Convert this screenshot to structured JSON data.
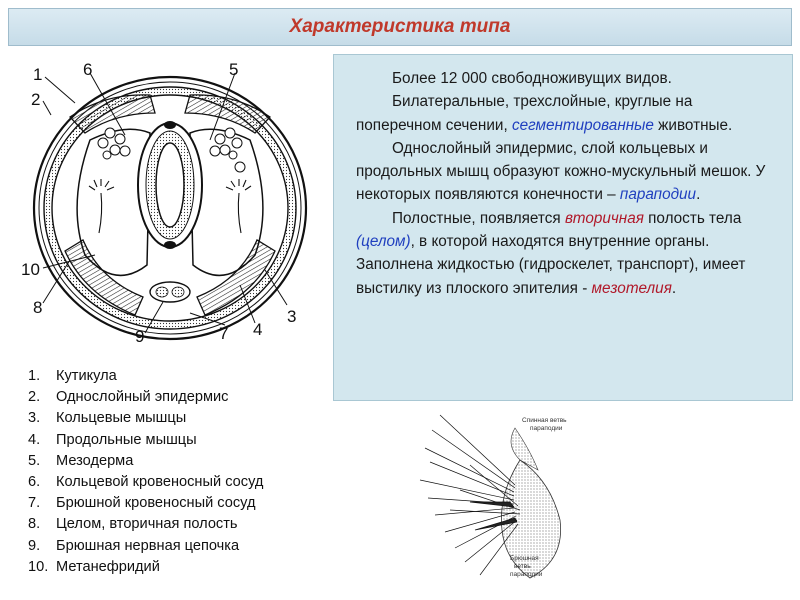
{
  "slide": {
    "title": "Характеристика типа"
  },
  "diagram": {
    "labels": [
      "1",
      "2",
      "3",
      "4",
      "5",
      "6",
      "7",
      "8",
      "9",
      "10"
    ]
  },
  "info": {
    "p1": "Более 12 000 свободноживущих видов.",
    "p2_a": "Билатеральные, трехслойные, круглые на поперечном сечении, ",
    "p2_hl": "сегментированные",
    "p2_b": " животные.",
    "p3_a": "Однослойный эпидермис, слой кольцевых и продольных мышц образуют кожно-мускульный мешок. У некоторых появляются конечности – ",
    "p3_hl": "параподии",
    "p3_b": ".",
    "p4_a": "Полостные, появляется ",
    "p4_hl1": "вторичная",
    "p4_b": " полость тела ",
    "p4_hl2": "(целом)",
    "p4_c": ", в которой находятся внутренние органы. Заполнена жидкостью (гидроскелет, транспорт), имеет выстилку из плоского эпителия - ",
    "p4_hl3": "мезотелия",
    "p4_d": "."
  },
  "legend": {
    "items": [
      {
        "num": "1.",
        "text": "Кутикула"
      },
      {
        "num": "2.",
        "text": "Однослойный эпидермис"
      },
      {
        "num": "3.",
        "text": "Кольцевые мышцы"
      },
      {
        "num": "4.",
        "text": "Продольные мышцы"
      },
      {
        "num": "5.",
        "text": "Мезодерма"
      },
      {
        "num": "6.",
        "text": "Кольцевой кровеносный сосуд"
      },
      {
        "num": "7.",
        "text": "Брюшной кровеносный сосуд"
      },
      {
        "num": "8.",
        "text": "Целом, вторичная полость"
      },
      {
        "num": "9.",
        "text": "Брюшная нервная цепочка"
      },
      {
        "num": "10.",
        "text": "Метанефридий"
      }
    ]
  },
  "parapodium": {
    "label_top": "Спинная ветвь\nпараподии",
    "label_bottom": "Брюшная\nветвь\nпараподии",
    "label_top_l1": "Спинная ветвь",
    "label_top_l2": "параподии",
    "label_bottom_l1": "Брюшная",
    "label_bottom_l2": "ветвь",
    "label_bottom_l3": "параподии"
  },
  "colors": {
    "title": "#c0392b",
    "box_bg": "#d3e7ee",
    "highlight_blue": "#1f3fbf",
    "highlight_red": "#b0192a"
  }
}
